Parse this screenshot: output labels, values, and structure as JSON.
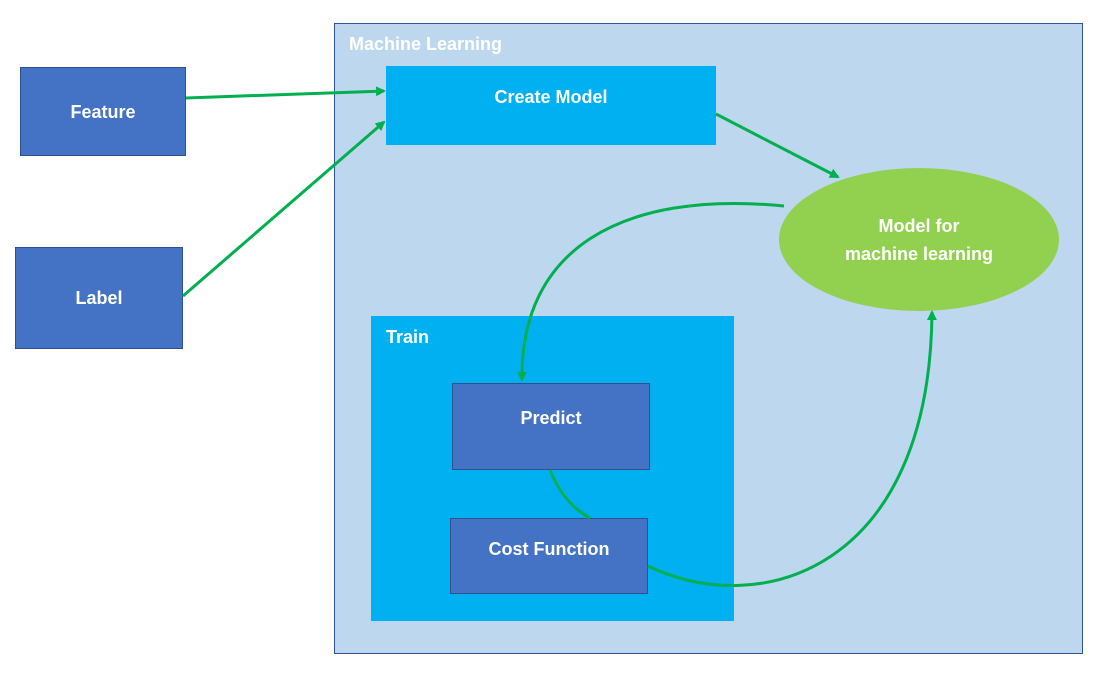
{
  "container": {
    "title": "Machine Learning"
  },
  "train": {
    "title": "Train"
  },
  "nodes": {
    "feature": "Feature",
    "label": "Label",
    "create_model": "Create Model",
    "model_line1": "Model for",
    "model_line2": "machine learning",
    "predict": "Predict",
    "cost_function": "Cost Function"
  },
  "colors": {
    "container_fill": "#bdd7ee",
    "container_border": "#2f5597",
    "box_blue": "#4472c4",
    "box_cyan": "#00b0f0",
    "ellipse_green": "#92d050",
    "arrow_green": "#00b050"
  }
}
